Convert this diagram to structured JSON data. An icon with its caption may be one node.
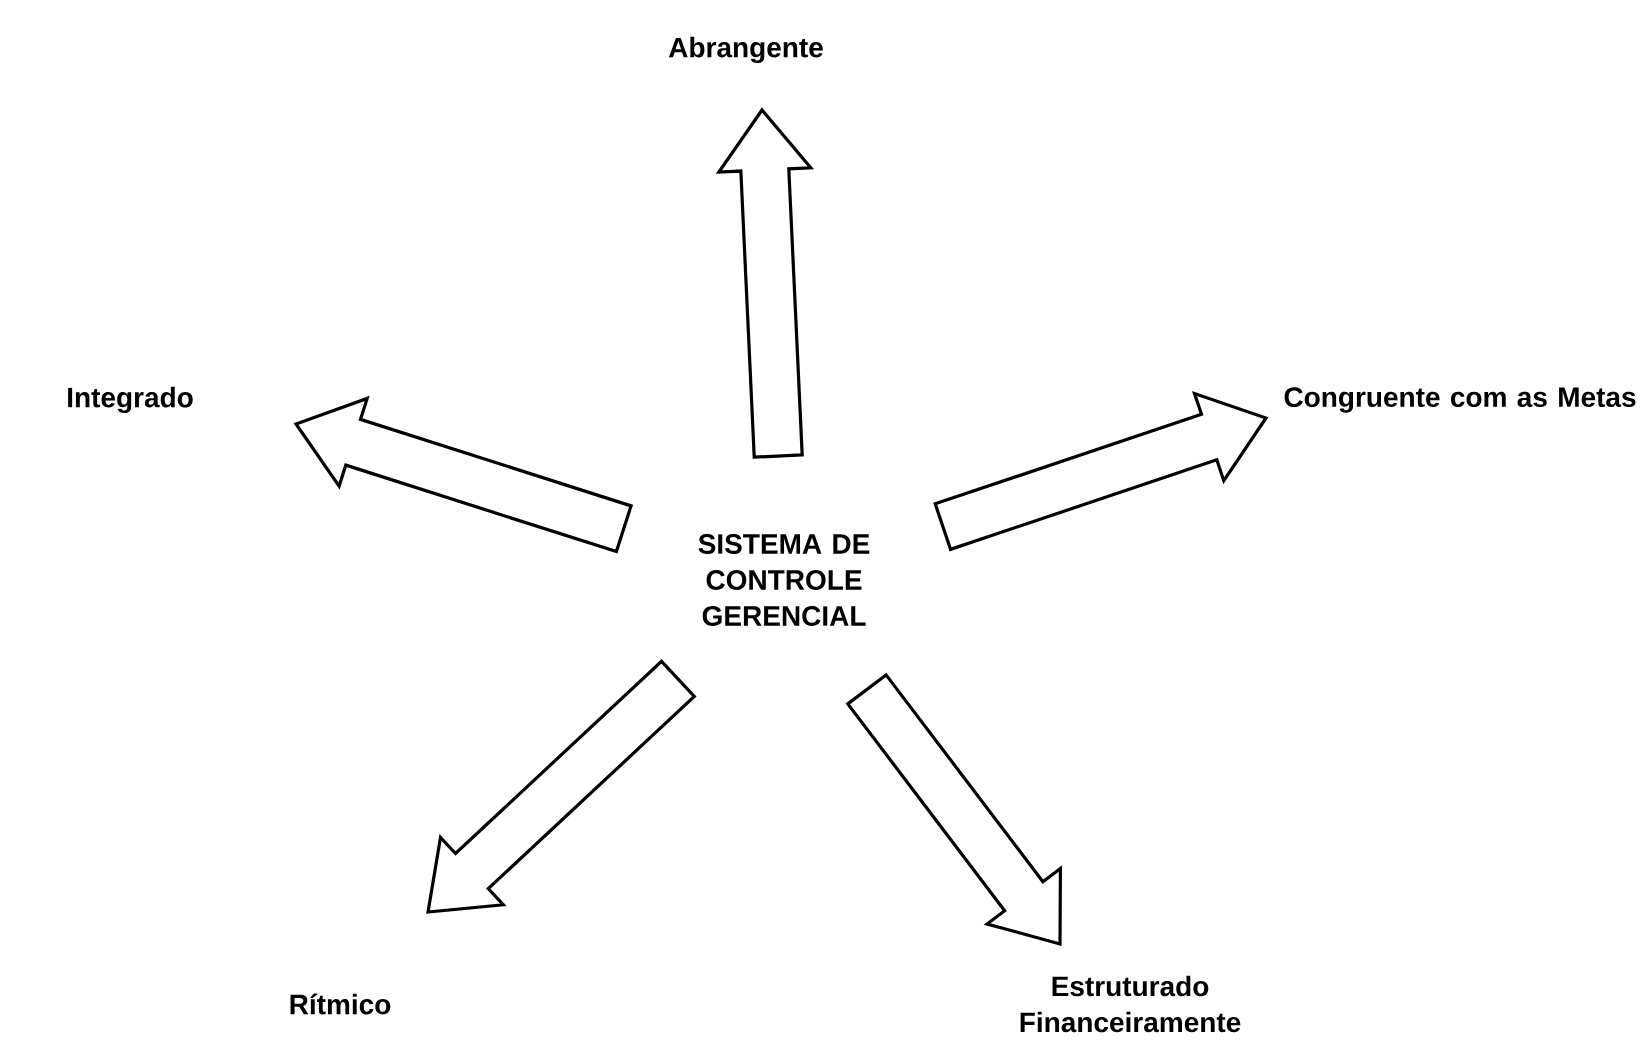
{
  "diagram": {
    "nodes": [
      {
        "text": [
          "SISTEMA DE CONTROLE GERENCIAL"
        ]
      },
      {
        "text": [
          "Abrangente"
        ]
      },
      {
        "text": [
          "Congruente com as Metas"
        ]
      },
      {
        "text": [
          "Estruturado Financeiramente"
        ]
      },
      {
        "text": [
          "Rítmico"
        ]
      },
      {
        "text": [
          "Integrado"
        ]
      }
    ],
    "edges": [
      {
        "from": 0,
        "to": 1,
        "arrow": "to"
      },
      {
        "from": 0,
        "to": 2,
        "arrow": "to"
      },
      {
        "from": 0,
        "to": 3,
        "arrow": "to"
      },
      {
        "from": 0,
        "to": 4,
        "arrow": "to"
      },
      {
        "from": 0,
        "to": 5,
        "arrow": "to"
      }
    ]
  }
}
